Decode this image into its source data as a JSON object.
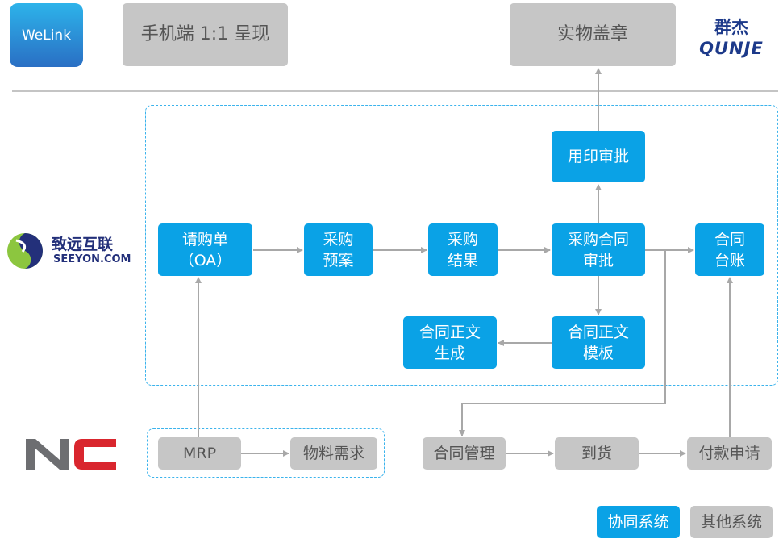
{
  "logos": {
    "welink": "WeLink",
    "qunje_cn": "群杰",
    "qunje_en": "QUNJE",
    "seeyon_cn": "致远互联",
    "seeyon_en": "SEEYON.COM",
    "nc": "NC"
  },
  "top": {
    "mobile": "手机端 1:1 呈现",
    "stamp": "实物盖章"
  },
  "flow": {
    "seal_approval": "用印审批",
    "requisition": "请购单\n（OA）",
    "plan": "采购\n预案",
    "result": "采购\n结果",
    "contract_approval": "采购合同\n审批",
    "ledger": "合同\n台账",
    "template": "合同正文\n模板",
    "generate": "合同正文\n生成"
  },
  "nc": {
    "mrp": "MRP",
    "material": "物料需求",
    "contract_mgmt": "合同管理",
    "arrival": "到货",
    "payment": "付款申请"
  },
  "legend": {
    "collab": "协同系统",
    "other": "其他系统"
  },
  "colors": {
    "blue": "#0aa2e6",
    "gray": "#c6c6c6",
    "arrow": "#a8a8a8"
  }
}
